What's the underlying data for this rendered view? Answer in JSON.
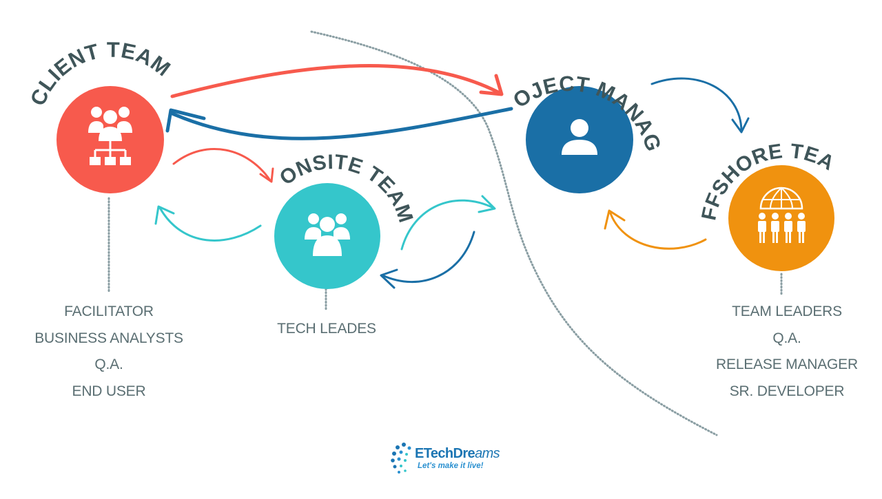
{
  "teams": {
    "client": {
      "title": "CLIENT TEAM",
      "color": "#f75a4d",
      "icon": "team-hierarchy-icon"
    },
    "onsite": {
      "title": "ONSITE TEAM",
      "color": "#35c6cb",
      "icon": "group-icon"
    },
    "manager": {
      "title": "PROJECT MANAGER",
      "color": "#1a6fa6",
      "icon": "user-icon"
    },
    "offshore": {
      "title": "OFFSHORE TEAM",
      "color": "#f0920f",
      "icon": "globe-team-icon"
    }
  },
  "roles": {
    "client": [
      "FACILITATOR",
      "BUSINESS ANALYSTS",
      "Q.A.",
      "END USER"
    ],
    "onsite": [
      "TECH LEADES"
    ],
    "offshore": [
      "TEAM LEADERS",
      "Q.A.",
      "RELEASE MANAGER",
      "SR. DEVELOPER"
    ]
  },
  "logo": {
    "name_part1": "ETechDre",
    "name_part2": "ams",
    "tagline": "Let's make it live!"
  },
  "colors": {
    "title_text": "#3f5559",
    "role_text": "#5a6e72",
    "connector_red": "#f75a4d",
    "connector_blue": "#1a6fa6",
    "connector_teal": "#35c6cb",
    "connector_orange": "#f0920f"
  }
}
